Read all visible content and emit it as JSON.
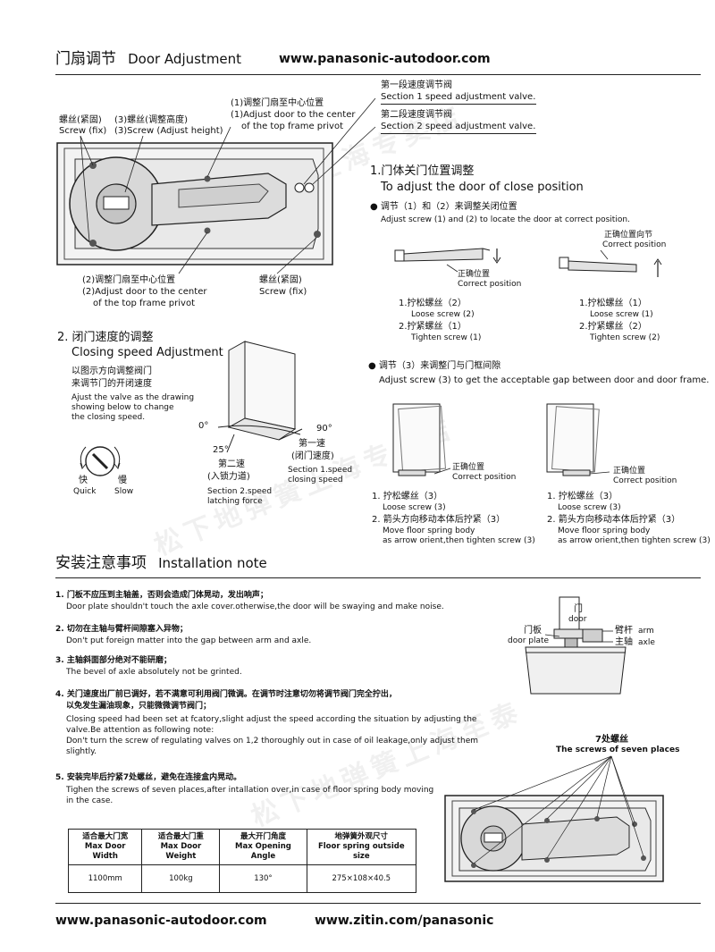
{
  "header": {
    "title_cn": "门扇调节",
    "title_en": "Door Adjustment",
    "url": "www.panasonic-autodoor.com"
  },
  "top_diagram": {
    "screw_fix_cn": "螺丝(紧固)",
    "screw_fix_en": "Screw (fix)",
    "screw3_cn": "(3)螺丝(调整高度)",
    "screw3_en": "(3)Screw (Adjust height)",
    "adj1_cn": "(1)调整门扇至中心位置",
    "adj1_en": "(1)Adjust door to the center",
    "adj1_en2": "of the top frame privot",
    "sec1_cn": "第一段速度调节阀",
    "sec1_en": "Section 1 speed adjustment valve.",
    "sec2_cn": "第二段速度调节阀",
    "sec2_en": "Section 2 speed adjustment valve.",
    "adj2_cn": "(2)调整门扇至中心位置",
    "adj2_en": "(2)Adjust door to the center",
    "adj2_en2": "of the top frame privot",
    "screw_fix2_cn": "螺丝(紧固)",
    "screw_fix2_en": "Screw (fix)"
  },
  "close_position": {
    "title_cn": "1.门体关门位置调整",
    "title_en": "To adjust the door of close position",
    "bullet1_cn": "调节（1）和（2）来调整关闭位置",
    "bullet1_en": "Adjust screw (1) and (2) to locate the door at correct position.",
    "correct_cn": "正确位置",
    "correct_en": "Correct position",
    "correct_dir_cn": "正确位置向节",
    "correct_dir_en": "Correct position",
    "left_step1_cn": "1.拧松螺丝（2）",
    "left_step1_en": "Loose screw (2)",
    "left_step2_cn": "2.拧紧螺丝（1）",
    "left_step2_en": "Tighten screw (1)",
    "right_step1_cn": "1.拧松螺丝（1）",
    "right_step1_en": "Loose screw (1)",
    "right_step2_cn": "2.拧紧螺丝（2）",
    "right_step2_en": "Tighten screw (2)",
    "bullet2_cn": "调节（3）来调整门与门框间隙",
    "bullet2_en": "Adjust screw (3) to get the acceptable gap between door and door frame.",
    "gap_correct_cn": "正确位置",
    "gap_correct_en": "Correct position",
    "gap_step1_cn": "1. 拧松螺丝（3）",
    "gap_step1_en": "Loose screw (3)",
    "gap_step2_cn": "2. 箭头方向移动本体后拧紧（3）",
    "gap_step2_en": "Move floor spring body",
    "gap_step2_en2": "as arrow orient,then tighten screw (3)"
  },
  "closing_speed": {
    "title_cn": "2. 闭门速度的调整",
    "title_en": "Closing speed Adjustment",
    "desc_cn1": "以图示方向调整阀门",
    "desc_cn2": "来调节门的开闭速度",
    "desc_en1": "Ajust the valve as the drawing",
    "desc_en2": "showing below to change",
    "desc_en3": "the closing speed.",
    "quick_cn": "快",
    "quick_en": "Quick",
    "slow_cn": "慢",
    "slow_en": "Slow",
    "angle0": "0°",
    "angle25": "25°",
    "angle90": "90°",
    "speed1_cn": "第一速",
    "speed1_cn2": "(闭门速度)",
    "speed1_en": "Section 1.speed",
    "speed1_en2": "closing speed",
    "speed2_cn": "第二速",
    "speed2_cn2": "(入锁力道)",
    "speed2_en": "Section 2.speed",
    "speed2_en2": "latching force"
  },
  "install": {
    "title_cn": "安装注意事项",
    "title_en": "Installation note",
    "items": [
      {
        "cn": "1. 门板不应压到主轴盖，否则会造成门体晃动，发出响声；",
        "en": [
          "Door plate shouldn't touch the axle cover.otherwise,the door will be swaying and make noise."
        ]
      },
      {
        "cn": "2. 切勿在主轴与臂杆间隙塞入异物；",
        "en": [
          "Don't put foreign matter into the gap between arm and axle."
        ]
      },
      {
        "cn": "3. 主轴斜面部分绝对不能研磨；",
        "en": [
          "The bevel of axle absolutely not be grinted."
        ]
      },
      {
        "cn": "4. 关门速度出厂前已调好，若不满意可利用阀门微调。在调节时注意切勿将调节阀门完全拧出，",
        "cn2": "以免发生漏油现象，只能微微调节阀门；",
        "en": [
          "Closing speed had been set at fcatory,slight adjust the speed according the situation by adjusting the",
          "valve.Be attention as following note:",
          "Don't turn the screw of regulating valves on 1,2 thoroughly out in case of oil leakage,only adjust them",
          "slightly."
        ]
      },
      {
        "cn": "5. 安装完毕后拧紧7处螺丝，避免在连接盒内晃动。",
        "en": [
          "Tighen the screws of seven places,after intallation over,in case of floor spring body moving",
          "in the case."
        ]
      }
    ],
    "door_cn": "门",
    "door_en": "door",
    "doorplate_cn": "门板",
    "doorplate_en": "door plate",
    "arm_cn": "臂杆",
    "arm_en": "arm",
    "axle_cn": "主轴",
    "axle_en": "axle",
    "seven_cn": "7处螺丝",
    "seven_en": "The screws of seven places"
  },
  "spec_table": {
    "headers_cn": [
      "适合最大门宽",
      "适合最大门重",
      "最大开门角度",
      "地弹簧外观尺寸"
    ],
    "headers_en": [
      "Max Door Width",
      "Max Door Weight",
      "Max Opening Angle",
      "Floor spring outside size"
    ],
    "values": [
      "1100mm",
      "100kg",
      "130°",
      "275×108×40.5"
    ]
  },
  "footer": {
    "url1": "www.panasonic-autodoor.com",
    "url2": "www.zitin.com/panasonic"
  }
}
